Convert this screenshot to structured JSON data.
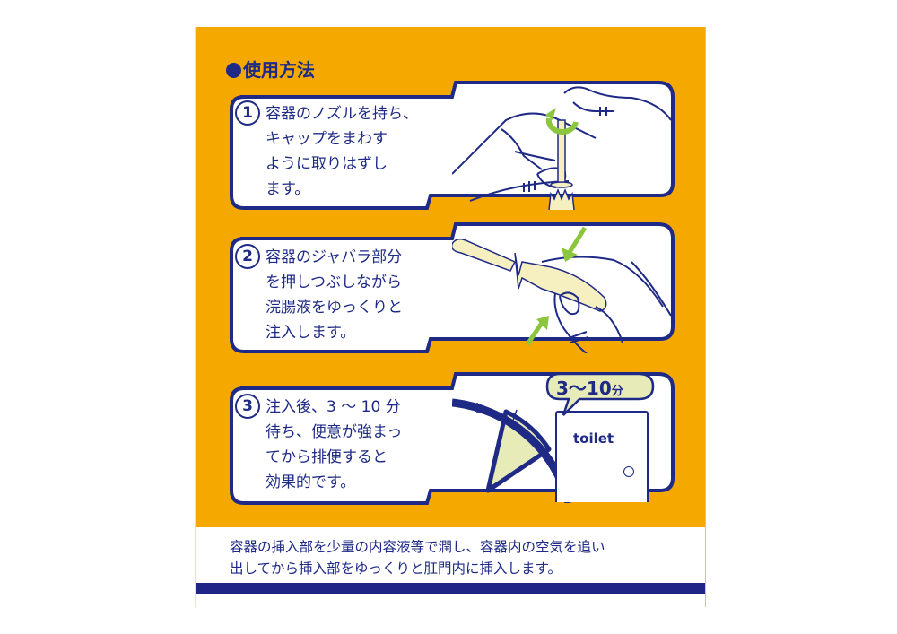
{
  "section": {
    "title": "使用方法",
    "bullet": "●"
  },
  "colors": {
    "background": "#F5A800",
    "navy": "#1E2A86",
    "green": "#8CC63F",
    "cream": "#F6EFC0",
    "white": "#FFFFFF"
  },
  "steps": [
    {
      "number": "1",
      "lines": [
        "容器のノズルを持ち、",
        "キャップをまわす",
        "ように取りはずし",
        "ます。"
      ],
      "illustration": "hands-twisting-cap-icon"
    },
    {
      "number": "2",
      "lines": [
        "容器のジャバラ部分",
        "を押しつぶしながら",
        "浣腸液をゆっくりと",
        "注入します。"
      ],
      "illustration": "hand-squeezing-container-icon"
    },
    {
      "number": "3",
      "lines": [
        "注入後、3 〜 10 分",
        "待ち、便意が強まっ",
        "てから排便すると",
        "効果的です。"
      ],
      "illustration": "clock-and-toilet-door-icon",
      "bubble_label": "3〜10分",
      "bubble_num": "3〜10",
      "bubble_unit": "分",
      "door_label": "toilet"
    }
  ],
  "note": {
    "lines": [
      "容器の挿入部を少量の内容液等で潤し、容器内の空気を追い",
      "出してから挿入部をゆっくりと肛門内に挿入します。"
    ]
  }
}
